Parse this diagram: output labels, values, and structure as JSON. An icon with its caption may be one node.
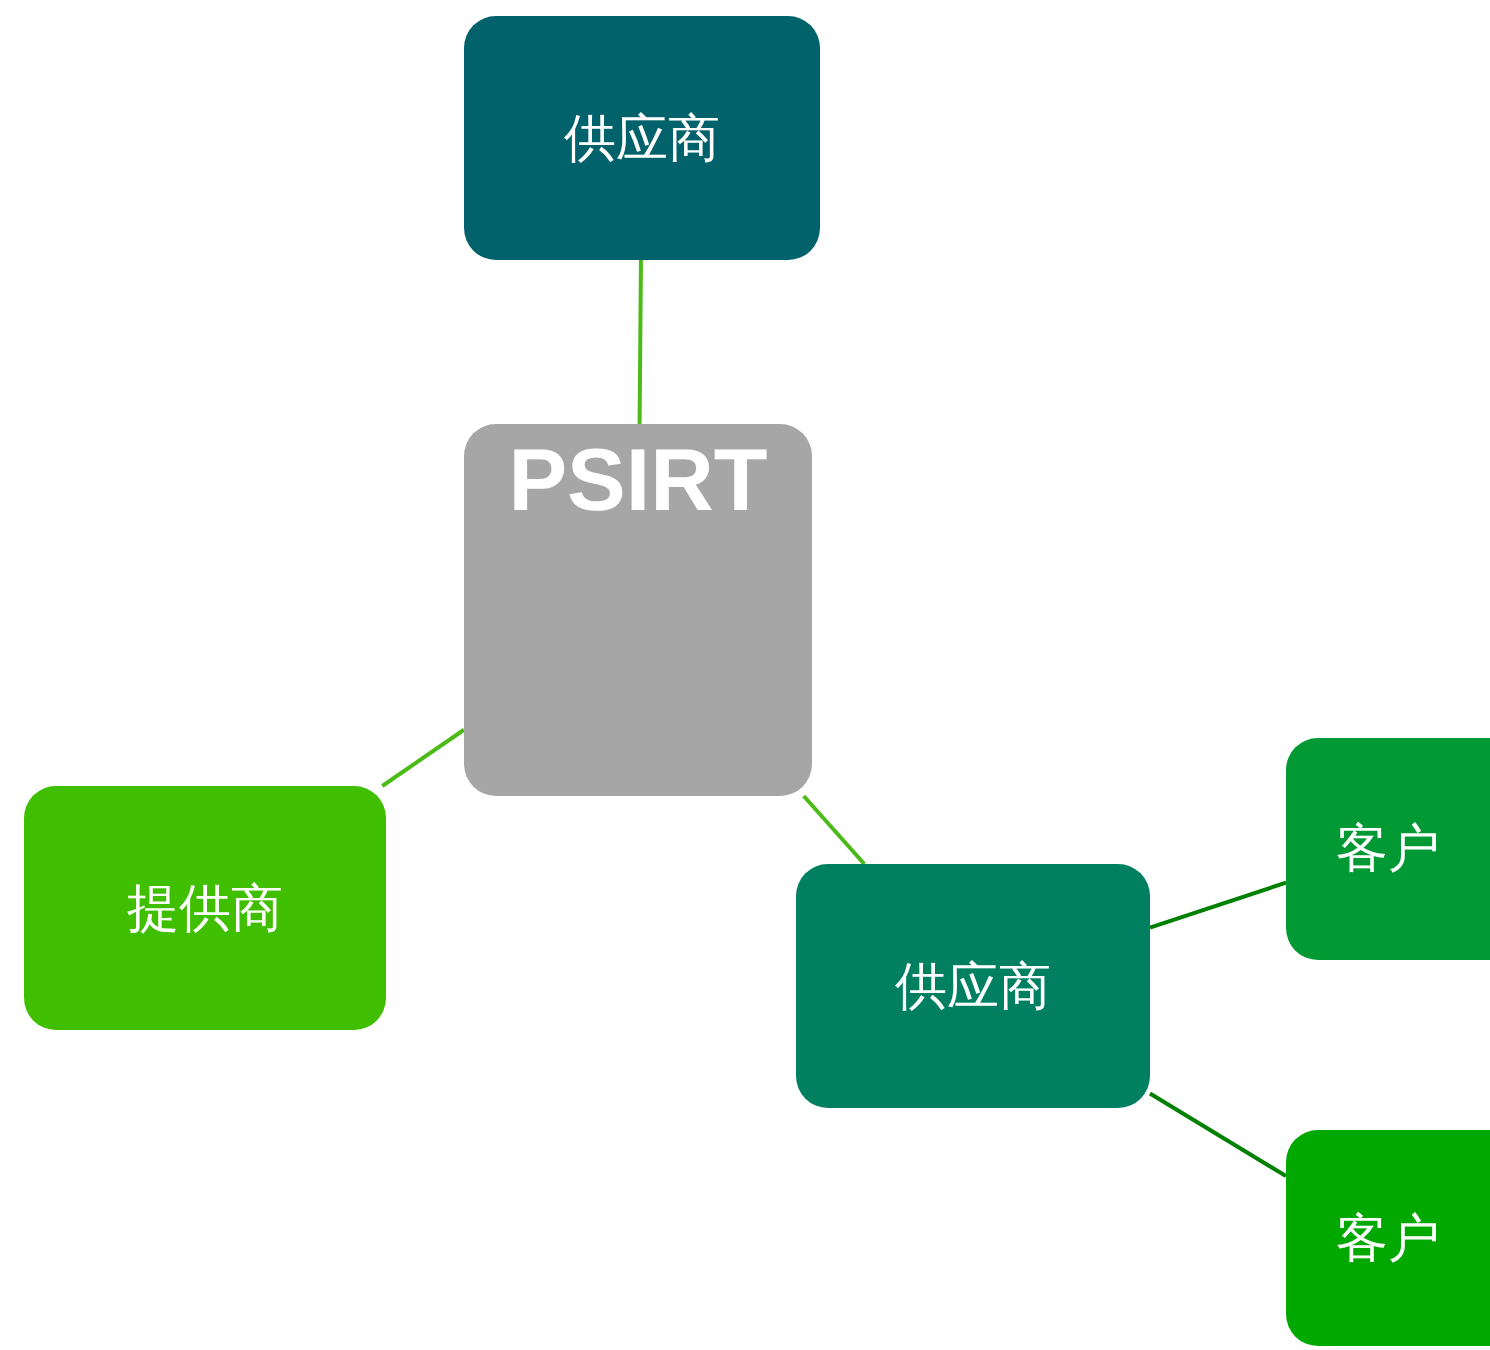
{
  "diagram": {
    "nodes": [
      {
        "text": [
          "供应商"
        ]
      },
      {
        "text": [
          "PSIRT"
        ]
      },
      {
        "text": [
          "提供商"
        ]
      },
      {
        "text": [
          "供应商"
        ]
      },
      {
        "text": [
          "客户"
        ]
      },
      {
        "text": [
          "客户"
        ]
      }
    ],
    "edges": [
      {
        "from": 0,
        "to": 1,
        "arrow": "none"
      },
      {
        "from": 1,
        "to": 2,
        "arrow": "none"
      },
      {
        "from": 1,
        "to": 3,
        "arrow": "none"
      },
      {
        "from": 3,
        "to": 4,
        "arrow": "none",
        "color": "#008000"
      },
      {
        "from": 3,
        "to": 5,
        "arrow": "none",
        "color": "#008000"
      }
    ]
  }
}
